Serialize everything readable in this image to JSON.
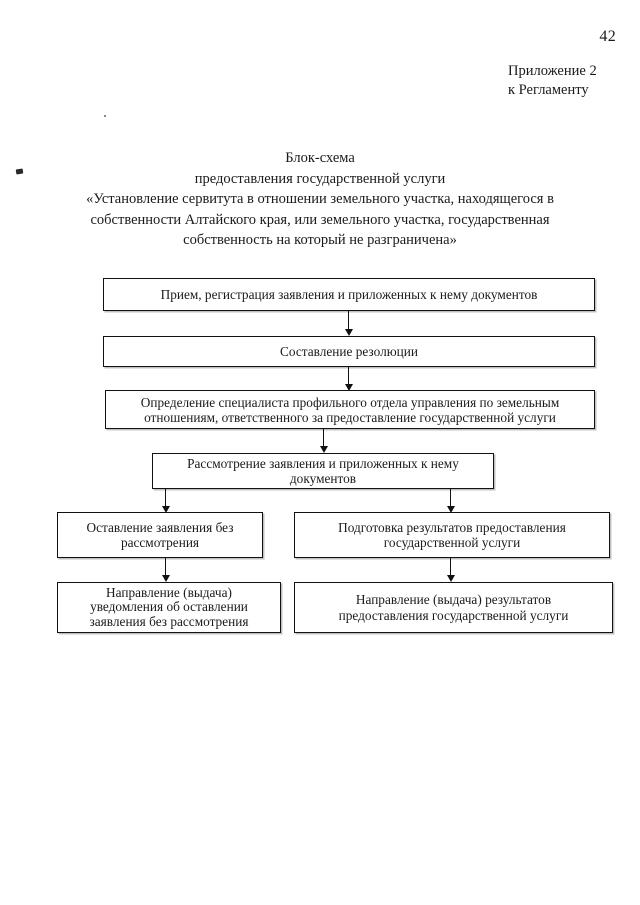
{
  "page": {
    "number": "42",
    "appendix_line1": "Приложение 2",
    "appendix_line2": "к Регламенту"
  },
  "title": {
    "line1": "Блок-схема",
    "line2": "предоставления государственной услуги",
    "line3": "«Установление сервитута в отношении земельного участка, находящегося в",
    "line4": "собственности Алтайского края, или  земельного участка, государственная",
    "line5": "собственность на который  не разграничена»"
  },
  "flowchart": {
    "type": "flow-diagram",
    "orientation": "top-down",
    "nodes": [
      {
        "id": "node1",
        "text": "Прием, регистрация заявления и приложенных к нему документов",
        "lines": [
          "Прием, регистрация заявления и приложенных к нему документов"
        ]
      },
      {
        "id": "node2",
        "text": "Составление резолюции",
        "lines": [
          "Составление резолюции"
        ]
      },
      {
        "id": "node3",
        "text": "Определение специалиста профильного отдела управления по земельным отношениям, ответственного за предоставление государственной услуги",
        "lines": [
          "Определение специалиста профильного отдела управления по земельным",
          "отношениям, ответственного за предоставление государственной услуги"
        ]
      },
      {
        "id": "node4",
        "text": "Рассмотрение заявления и приложенных к нему документов",
        "lines": [
          "Рассмотрение заявления и приложенных к нему",
          "документов"
        ]
      },
      {
        "id": "node5a",
        "text": "Оставление заявления без рассмотрения",
        "lines": [
          "Оставление заявления без",
          "рассмотрения"
        ]
      },
      {
        "id": "node5b",
        "text": "Подготовка результатов предоставления государственной услуги",
        "lines": [
          "Подготовка результатов предоставления",
          "государственной услуги"
        ]
      },
      {
        "id": "node6a",
        "text": "Направление (выдача) уведомления об оставлении заявления без рассмотрения",
        "lines": [
          "Направление (выдача)",
          "уведомления об оставлении",
          "заявления без рассмотрения"
        ]
      },
      {
        "id": "node6b",
        "text": "Направление (выдача)  результатов предоставления государственной услуги",
        "lines": [
          "Направление (выдача)  результатов",
          "предоставления государственной услуги"
        ]
      }
    ],
    "edges": [
      {
        "from": "node1",
        "to": "node2"
      },
      {
        "from": "node2",
        "to": "node3"
      },
      {
        "from": "node3",
        "to": "node4"
      },
      {
        "from": "node4",
        "to": "node5a"
      },
      {
        "from": "node4",
        "to": "node5b"
      },
      {
        "from": "node5a",
        "to": "node6a"
      },
      {
        "from": "node5b",
        "to": "node6b"
      }
    ]
  },
  "colors": {
    "ink": "#111111",
    "paper": "#ffffff",
    "shadow": "#8c8c8c"
  }
}
